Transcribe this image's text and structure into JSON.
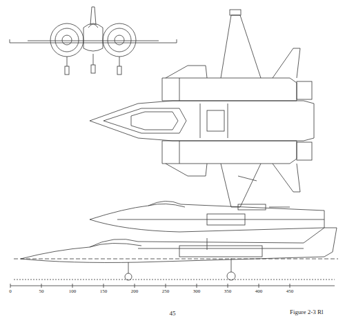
{
  "diagram": {
    "caption": "Figure 2-3 Rl",
    "labels": [
      "0",
      "50",
      "100",
      "150",
      "200",
      "250",
      "300",
      "350",
      "400",
      "450",
      "45"
    ]
  }
}
